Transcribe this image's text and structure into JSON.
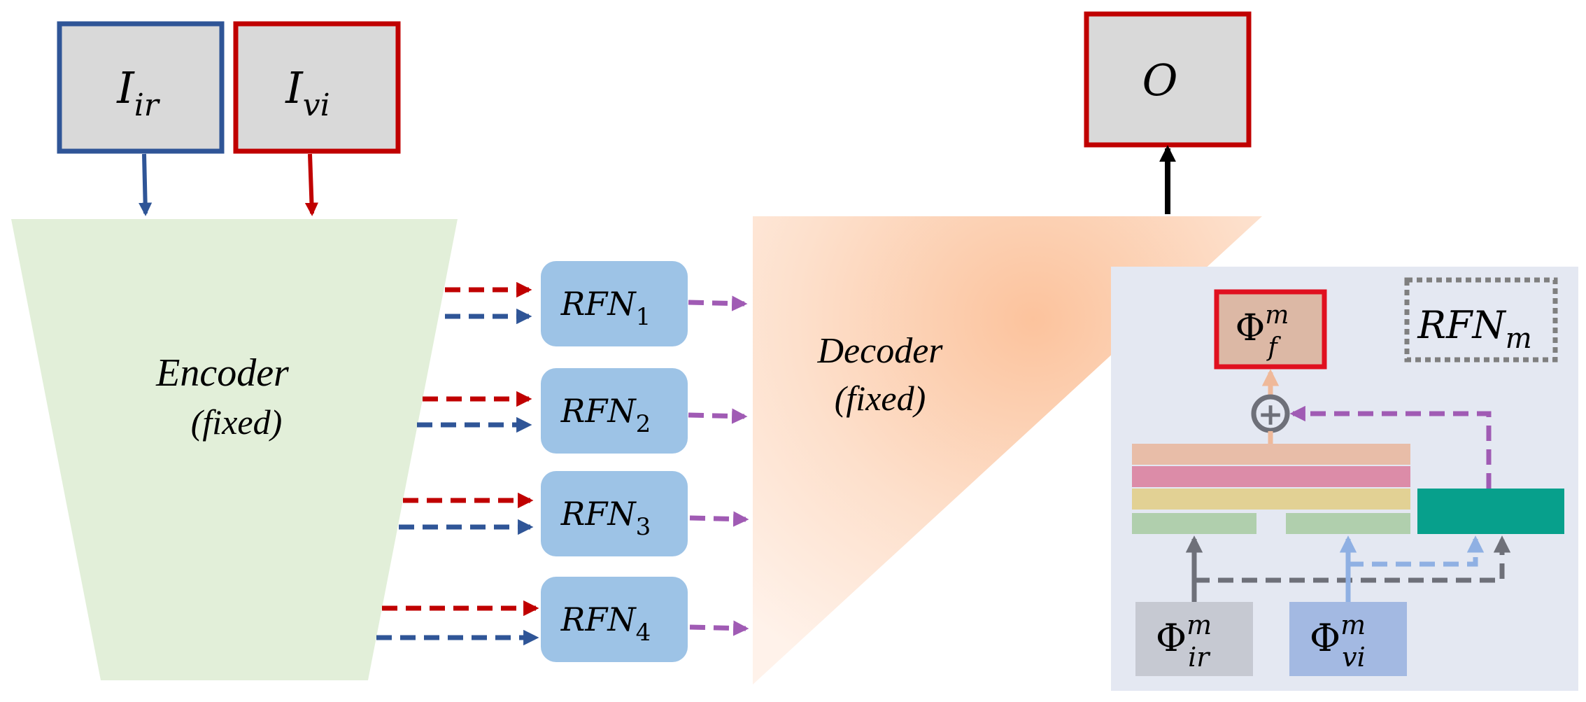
{
  "inputs": {
    "ir": {
      "main": "I",
      "sub": "ir"
    },
    "vi": {
      "main": "I",
      "sub": "vi"
    }
  },
  "output": {
    "label": "O"
  },
  "encoder": {
    "line1": "Encoder",
    "line2": "(fixed)"
  },
  "decoder": {
    "line1": "Decoder",
    "line2": "(fixed)"
  },
  "rfn_blocks": [
    {
      "main": "RFN",
      "sub": "1"
    },
    {
      "main": "RFN",
      "sub": "2"
    },
    {
      "main": "RFN",
      "sub": "3"
    },
    {
      "main": "RFN",
      "sub": "4"
    }
  ],
  "detail": {
    "title": {
      "main": "RFN",
      "sub": "m"
    },
    "fused": {
      "main": "Φ",
      "sup": "m",
      "sub": "f"
    },
    "phi_ir": {
      "main": "Φ",
      "sup": "m",
      "sub": "ir"
    },
    "phi_vi": {
      "main": "Φ",
      "sup": "m",
      "sub": "vi"
    },
    "plus_symbol": "+"
  },
  "colors": {
    "ir_blue": "#2f5597",
    "vi_red": "#c00000",
    "purple": "#a05bb4",
    "encoder_fill": "#e2efd9",
    "rfn_fill": "#9dc3e6",
    "detail_bg": "#e4e8f2",
    "teal": "#07a08c",
    "gray_box": "#d9d9d9"
  }
}
